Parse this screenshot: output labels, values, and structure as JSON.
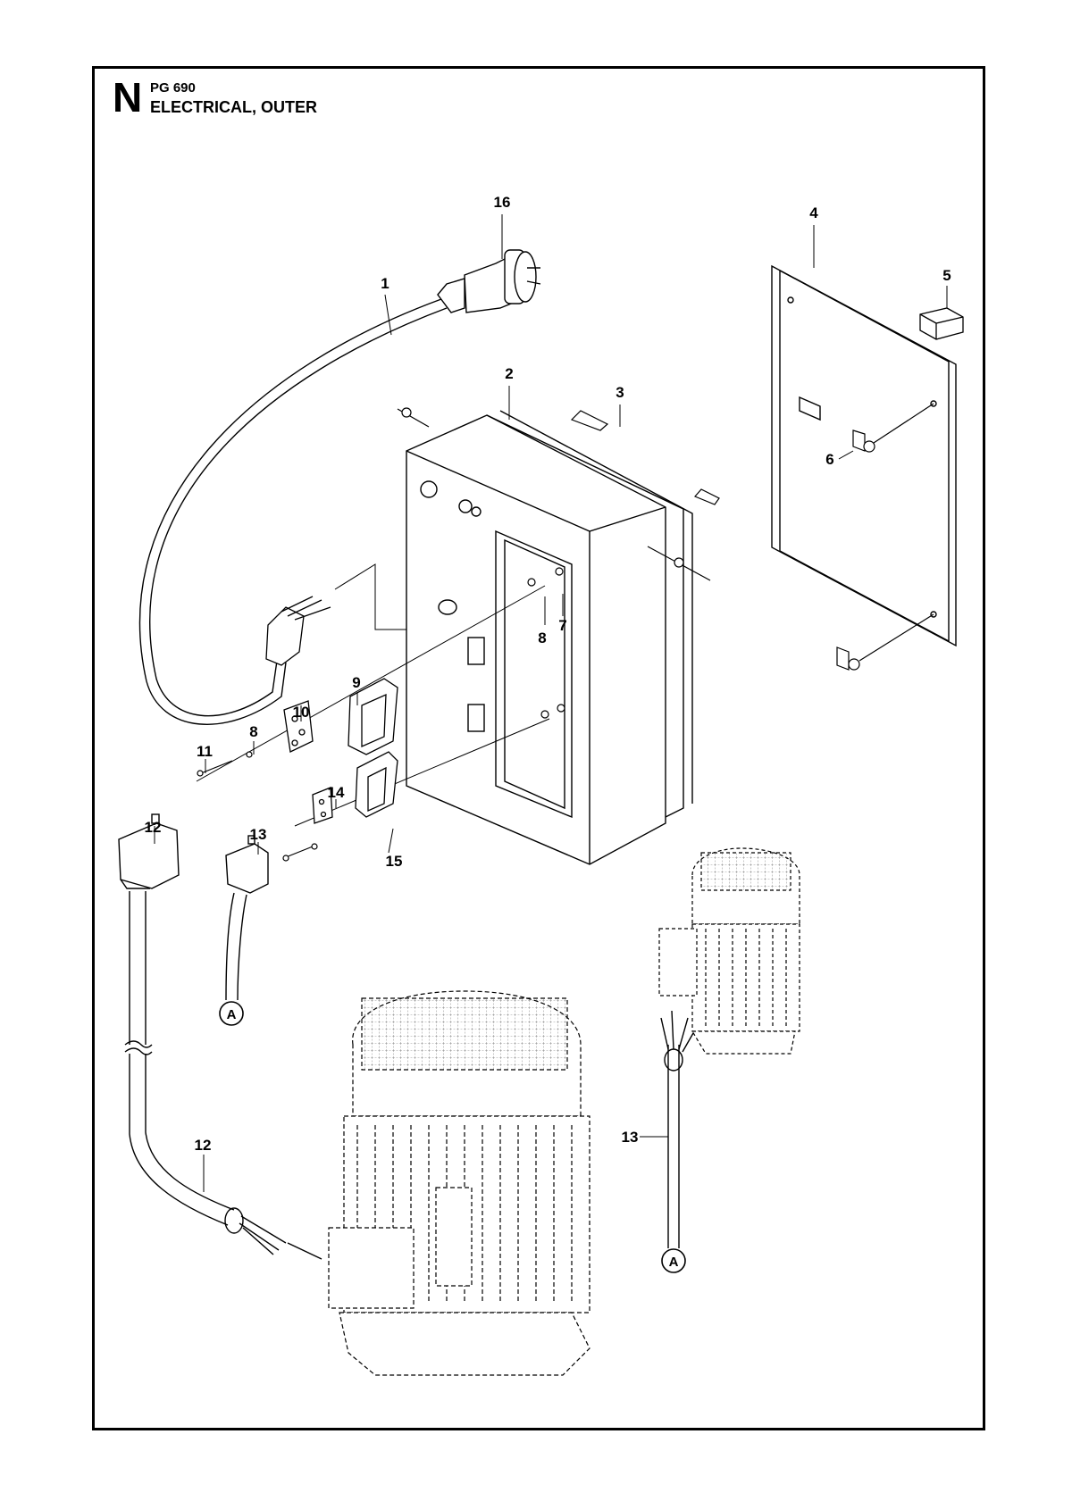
{
  "header": {
    "section_letter": "N",
    "model": "PG 690",
    "title": "ELECTRICAL, OUTER"
  },
  "callouts": [
    {
      "id": "c1",
      "label": "1"
    },
    {
      "id": "c2",
      "label": "2"
    },
    {
      "id": "c3",
      "label": "3"
    },
    {
      "id": "c4",
      "label": "4"
    },
    {
      "id": "c5",
      "label": "5"
    },
    {
      "id": "c6",
      "label": "6"
    },
    {
      "id": "c7",
      "label": "7"
    },
    {
      "id": "c8a",
      "label": "8"
    },
    {
      "id": "c8b",
      "label": "8"
    },
    {
      "id": "c9",
      "label": "9"
    },
    {
      "id": "c10",
      "label": "10"
    },
    {
      "id": "c11",
      "label": "11"
    },
    {
      "id": "c12a",
      "label": "12"
    },
    {
      "id": "c12b",
      "label": "12"
    },
    {
      "id": "c13a",
      "label": "13"
    },
    {
      "id": "c13b",
      "label": "13"
    },
    {
      "id": "c14",
      "label": "14"
    },
    {
      "id": "c15",
      "label": "15"
    },
    {
      "id": "c16",
      "label": "16"
    }
  ],
  "connectors": [
    {
      "id": "a1",
      "label": "A"
    },
    {
      "id": "a2",
      "label": "A"
    }
  ]
}
